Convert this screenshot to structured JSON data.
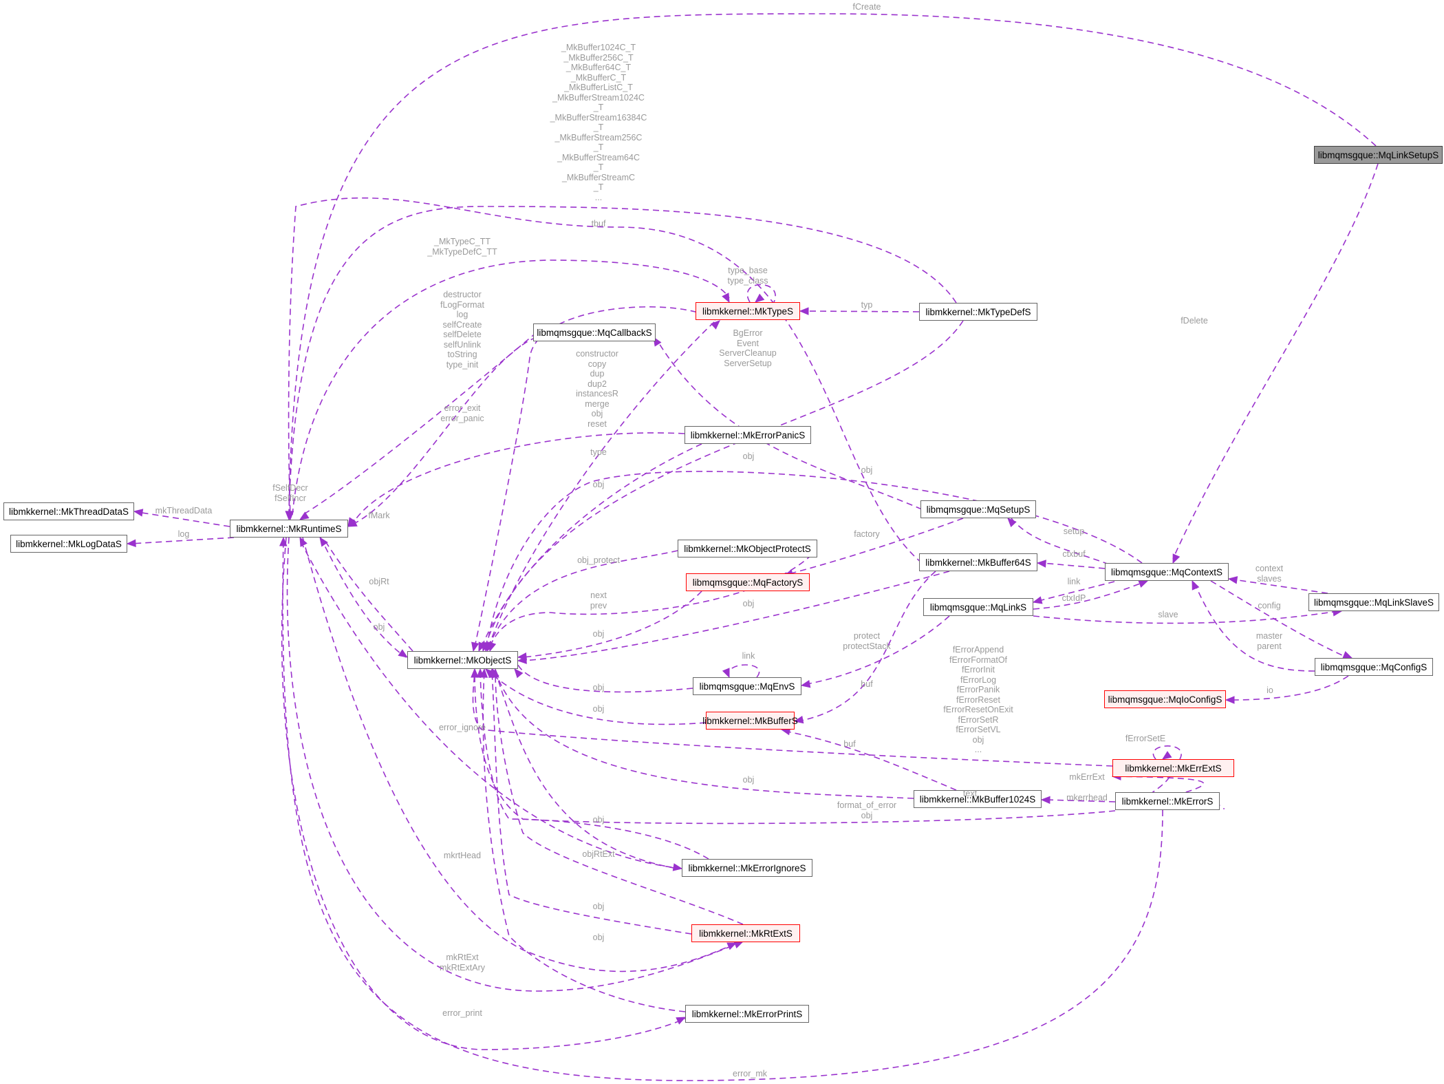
{
  "diagram": {
    "title": "libmqmsgque::MqLinkSetupS",
    "colors": {
      "edge": "#9a32cd",
      "label": "#9a9a9a",
      "node_border": "#666666",
      "highlight_border": "#ff0000",
      "highlight_fill": "#fff0f0",
      "root_fill": "#999999"
    },
    "nodes": [
      {
        "id": "MqLinkSetupS",
        "label": "libmqmsgque::MqLinkSetupS",
        "style": "root"
      },
      {
        "id": "MkThreadDataS",
        "label": "libmkkernel::MkThreadDataS",
        "style": "normal"
      },
      {
        "id": "MkLogDataS",
        "label": "libmkkernel::MkLogDataS",
        "style": "normal"
      },
      {
        "id": "MkRuntimeS",
        "label": "libmkkernel::MkRuntimeS",
        "style": "normal"
      },
      {
        "id": "MkObjectS",
        "label": "libmkkernel::MkObjectS",
        "style": "normal"
      },
      {
        "id": "MkTypeS",
        "label": "libmkkernel::MkTypeS",
        "style": "red"
      },
      {
        "id": "MkTypeDefS",
        "label": "libmkkernel::MkTypeDefS",
        "style": "normal"
      },
      {
        "id": "MqCallbackS",
        "label": "libmqmsgque::MqCallbackS",
        "style": "normal"
      },
      {
        "id": "MkErrorPanicS",
        "label": "libmkkernel::MkErrorPanicS",
        "style": "normal"
      },
      {
        "id": "MkObjectProtectS",
        "label": "libmkkernel::MkObjectProtectS",
        "style": "normal"
      },
      {
        "id": "MqFactoryS",
        "label": "libmqmsgque::MqFactoryS",
        "style": "red"
      },
      {
        "id": "MqSetupS",
        "label": "libmqmsgque::MqSetupS",
        "style": "normal"
      },
      {
        "id": "MkBuffer64S",
        "label": "libmkkernel::MkBuffer64S",
        "style": "normal"
      },
      {
        "id": "MqLinkS",
        "label": "libmqmsgque::MqLinkS",
        "style": "normal"
      },
      {
        "id": "MqContextS",
        "label": "libmqmsgque::MqContextS",
        "style": "normal"
      },
      {
        "id": "MqLinkSlaveS",
        "label": "libmqmsgque::MqLinkSlaveS",
        "style": "normal"
      },
      {
        "id": "MqConfigS",
        "label": "libmqmsgque::MqConfigS",
        "style": "normal"
      },
      {
        "id": "MqIoConfigS",
        "label": "libmqmsgque::MqIoConfigS",
        "style": "red"
      },
      {
        "id": "MqEnvS",
        "label": "libmqmsgque::MqEnvS",
        "style": "normal"
      },
      {
        "id": "MkBufferS",
        "label": "libmkkernel::MkBufferS",
        "style": "red"
      },
      {
        "id": "MkErrExtS",
        "label": "libmkkernel::MkErrExtS",
        "style": "red"
      },
      {
        "id": "MkBuffer1024S",
        "label": "libmkkernel::MkBuffer1024S",
        "style": "normal"
      },
      {
        "id": "MkErrorS",
        "label": "libmkkernel::MkErrorS",
        "style": "normal"
      },
      {
        "id": "MkErrorIgnoreS",
        "label": "libmkkernel::MkErrorIgnoreS",
        "style": "normal"
      },
      {
        "id": "MkRtExtS",
        "label": "libmkkernel::MkRtExtS",
        "style": "red"
      },
      {
        "id": "MkErrorPrintS",
        "label": "libmkkernel::MkErrorPrintS",
        "style": "normal"
      }
    ],
    "edge_labels": [
      {
        "id": "fCreate",
        "text": "fCreate"
      },
      {
        "id": "bufferTypes",
        "text": "_MkBuffer1024C_T\n_MkBuffer256C_T\n_MkBuffer64C_T\n_MkBufferC_T\n_MkBufferListC_T\n_MkBufferStream1024C\n_T\n_MkBufferStream16384C\n_T\n_MkBufferStream256C\n_T\n_MkBufferStream64C\n_T\n_MkBufferStreamC\n_T\n..."
      },
      {
        "id": "tbuf",
        "text": "tbuf"
      },
      {
        "id": "mkTypeC",
        "text": "_MkTypeC_TT\n_MkTypeDefC_TT"
      },
      {
        "id": "typeBase",
        "text": "type_base\ntype_class"
      },
      {
        "id": "typ",
        "text": "typ"
      },
      {
        "id": "destructor",
        "text": "destructor\nfLogFormat\nlog\nselfCreate\nselfDelete\nselfUnlink\ntoString\ntype_init"
      },
      {
        "id": "bgError",
        "text": "BgError\nEvent\nServerCleanup\nServerSetup"
      },
      {
        "id": "constructor",
        "text": "constructor\ncopy\ndup\ndup2\ninstancesR\nmerge\nobj\nreset"
      },
      {
        "id": "errorExit",
        "text": "error_exit\nerror_panic"
      },
      {
        "id": "fDelete",
        "text": "fDelete"
      },
      {
        "id": "type",
        "text": "type"
      },
      {
        "id": "objPanic",
        "text": "obj"
      },
      {
        "id": "objCtx",
        "text": "obj"
      },
      {
        "id": "objTypeDef",
        "text": "obj"
      },
      {
        "id": "fSelf",
        "text": "fSelfDecr\nfSelfIncr"
      },
      {
        "id": "mkThreadData",
        "text": "mkThreadData"
      },
      {
        "id": "log",
        "text": "log"
      },
      {
        "id": "fMark",
        "text": "fMark"
      },
      {
        "id": "setup",
        "text": "setup"
      },
      {
        "id": "factory",
        "text": "factory"
      },
      {
        "id": "ctxbuf",
        "text": "ctxbuf"
      },
      {
        "id": "objProtect",
        "text": "obj_protect"
      },
      {
        "id": "objRt",
        "text": "objRt"
      },
      {
        "id": "link",
        "text": "link"
      },
      {
        "id": "ctxIdP",
        "text": "ctxIdP"
      },
      {
        "id": "contextSlaves",
        "text": "context\nslaves"
      },
      {
        "id": "config",
        "text": "config"
      },
      {
        "id": "slave",
        "text": "slave"
      },
      {
        "id": "nextPrev",
        "text": "next\nprev"
      },
      {
        "id": "objFactory",
        "text": "obj"
      },
      {
        "id": "objBuf64",
        "text": "obj"
      },
      {
        "id": "objMkObj",
        "text": "obj"
      },
      {
        "id": "masterParent",
        "text": "master\nparent"
      },
      {
        "id": "protect",
        "text": "protect\nprotectStack"
      },
      {
        "id": "envLink",
        "text": "link"
      },
      {
        "id": "fError",
        "text": "fErrorAppend\nfErrorFormatOf\nfErrorInit\nfErrorLog\nfErrorPanik\nfErrorReset\nfErrorResetOnExit\nfErrorSetR\nfErrorSetVL\nobj\n..."
      },
      {
        "id": "io",
        "text": "io"
      },
      {
        "id": "objEnv",
        "text": "obj"
      },
      {
        "id": "buf",
        "text": "buf"
      },
      {
        "id": "objBufS",
        "text": "obj"
      },
      {
        "id": "errorIgnore",
        "text": "error_ignore"
      },
      {
        "id": "buf2",
        "text": "buf"
      },
      {
        "id": "fErrorSetE",
        "text": "fErrorSetE"
      },
      {
        "id": "mkErrExt",
        "text": "mkErrExt"
      },
      {
        "id": "objB1024",
        "text": "obj"
      },
      {
        "id": "text",
        "text": "text"
      },
      {
        "id": "mkerrhead",
        "text": "mkerrhead"
      },
      {
        "id": "formatOfError",
        "text": "format_of_error\nobj"
      },
      {
        "id": "objIgnore",
        "text": "obj"
      },
      {
        "id": "mkrtHead",
        "text": "mkrtHead"
      },
      {
        "id": "objRtExt",
        "text": "objRtExt"
      },
      {
        "id": "objRt1",
        "text": "obj"
      },
      {
        "id": "objRt2",
        "text": "obj"
      },
      {
        "id": "mkRtExt",
        "text": "mkRtExt\nmkRtExtAry"
      },
      {
        "id": "errorPrint",
        "text": "error_print"
      },
      {
        "id": "errorMk",
        "text": "error_mk"
      }
    ]
  }
}
